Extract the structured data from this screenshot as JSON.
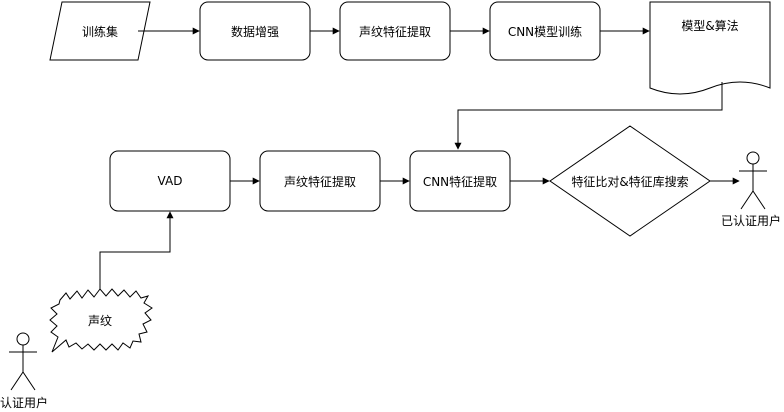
{
  "nodes": {
    "training_set": "训练集",
    "data_augmentation": "数据增强",
    "voiceprint_extract_top": "声纹特征提取",
    "cnn_training": "CNN模型训练",
    "model_algorithm": "模型&算法",
    "vad": "VAD",
    "voiceprint_extract_bottom": "声纹特征提取",
    "cnn_feature_extract": "CNN特征提取",
    "compare_search": "特征比对&特征库搜索",
    "voiceprint_bubble": "声纹"
  },
  "actors": {
    "user": "认证用户",
    "verified_user": "已认证用户"
  },
  "colors": {
    "stroke": "#000000",
    "fill": "#ffffff"
  }
}
